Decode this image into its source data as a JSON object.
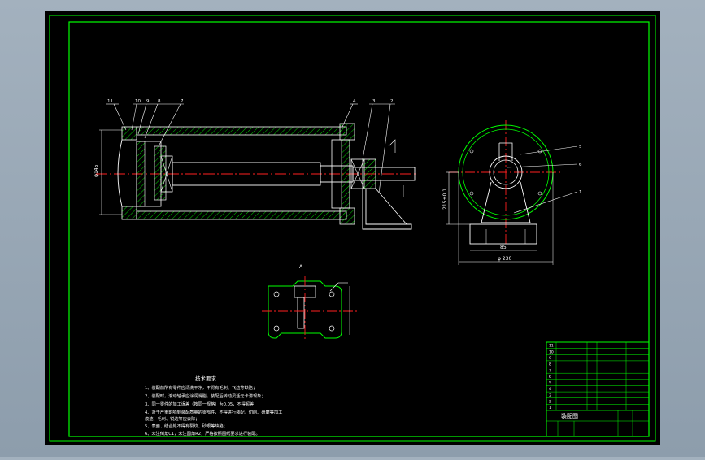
{
  "colors": {
    "background": "#000000",
    "outline": "#ffffff",
    "frame": "#00ff00",
    "centerline": "#ff2020",
    "hatch": "#00ff00",
    "dimension": "#ffffff",
    "titleblock": "#00ff00"
  },
  "drawing": {
    "section_label": "A",
    "dimensions": {
      "left_diameter": "φ145",
      "side_height": "215±0.1",
      "side_width": "φ 230",
      "base_width": "85"
    },
    "balloons": {
      "main_top": [
        "11",
        "10",
        "9",
        "8",
        "7",
        "4",
        "3",
        "2"
      ],
      "side_view": [
        "5",
        "6",
        "1"
      ]
    },
    "tech_notes_title": "技术要求",
    "tech_notes": [
      "1、装配前所有零件应清洗干净，不得有毛刺、飞边等缺陷；",
      "2、装配时，滚动轴承应涂润滑脂，装配后转动灵活无卡滞现象；",
      "3、同一零件的加工误差（按同一规格）为0.05，不得超差；",
      "4、对于严重影响到装配质量的零部件，不得进行装配，切削、研磨等加工",
      "   痕迹、毛刺、锐边等应去除；",
      "5、表面、结合处不得有裂纹、砂眼等缺陷；",
      "6、未注倒角C1，未注圆角R2，严格按照图纸要求进行装配。"
    ],
    "title_block": {
      "drawing_title": "装配图",
      "parts": [
        "11",
        "10",
        "9",
        "8",
        "7",
        "6",
        "5",
        "4",
        "3",
        "2",
        "1"
      ]
    }
  }
}
